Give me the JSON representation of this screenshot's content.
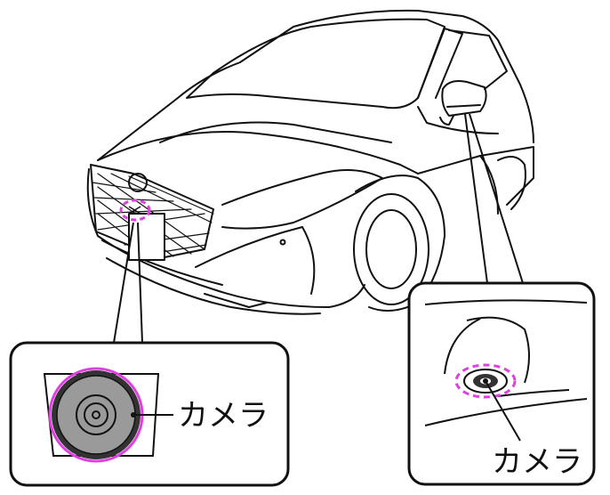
{
  "labels": {
    "front_camera": "カメラ",
    "side_camera": "カメラ"
  },
  "colors": {
    "line": "#111111",
    "highlight": "#e040e0",
    "lens_dark": "#333333",
    "lens_gray": "#9a9a9a",
    "background": "#ffffff"
  },
  "icons": [
    "car-illustration",
    "front-camera-icon",
    "side-mirror-camera-icon"
  ]
}
